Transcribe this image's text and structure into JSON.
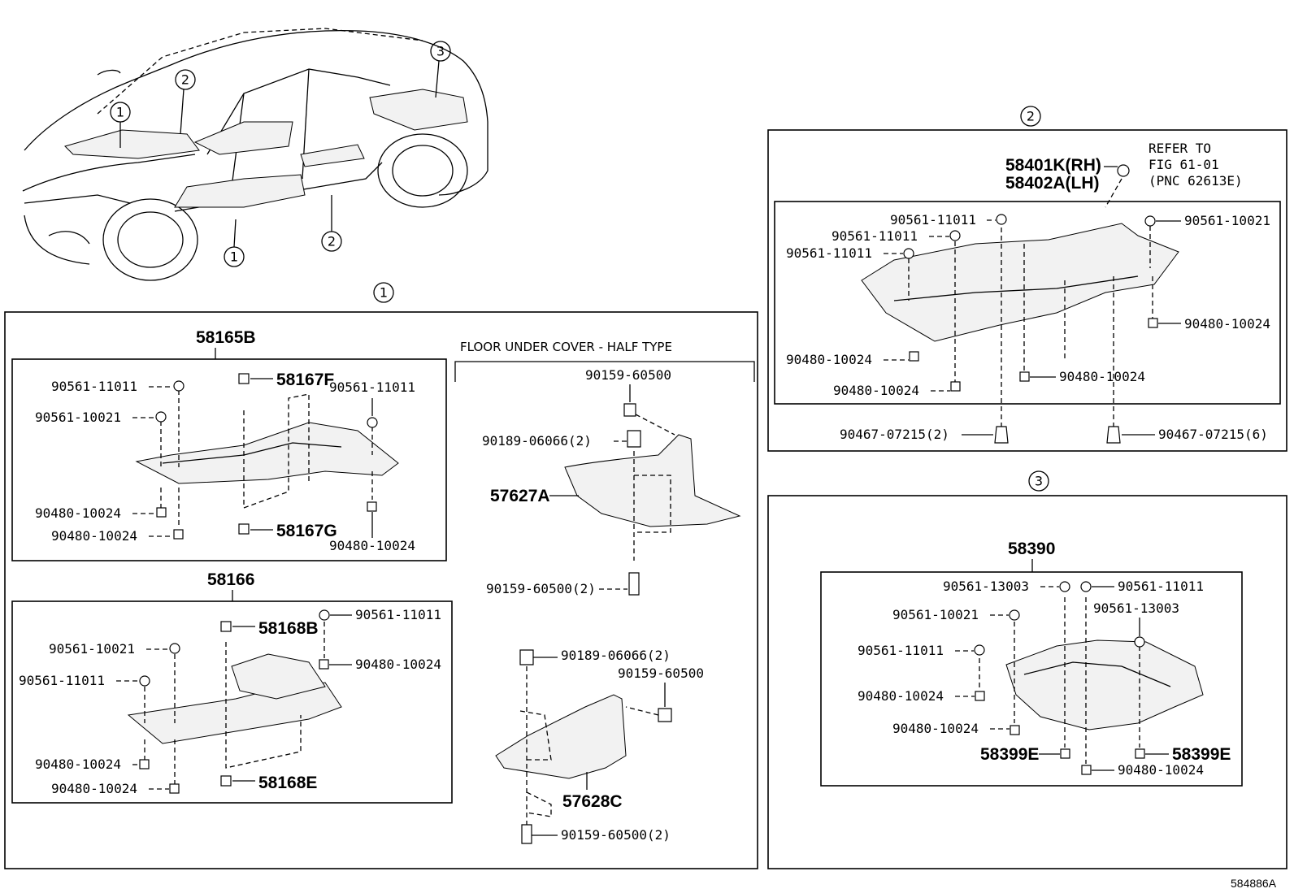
{
  "callouts": {
    "c1": "1",
    "c2": "2",
    "c3": "3"
  },
  "section1": {
    "number": "1",
    "group_a": {
      "title": "58165B",
      "l_90561_11011_a": "90561-11011",
      "l_90561_10021": "90561-10021",
      "l_58167F": "58167F",
      "l_90561_11011_b": "90561-11011",
      "l_90480_a": "90480-10024",
      "l_90480_b": "90480-10024",
      "l_58167G": "58167G",
      "l_90480_c": "90480-10024"
    },
    "group_b": {
      "title": "58166",
      "l_58168B": "58168B",
      "l_90561_11011_a": "90561-11011",
      "l_90561_10021": "90561-10021",
      "l_90480_a": "90480-10024",
      "l_90561_11011_b": "90561-11011",
      "l_90480_b": "90480-10024",
      "l_90480_c": "90480-10024",
      "l_58168E": "58168E"
    },
    "half_type": {
      "title": "FLOOR UNDER COVER - HALF TYPE",
      "l_90159_a": "90159-60500",
      "l_90189_a": "90189-06066(2)",
      "l_57627A": "57627A",
      "l_90159_b": "90159-60500(2)",
      "l_90189_b": "90189-06066(2)",
      "l_90159_c": "90159-60500",
      "l_57628C": "57628C",
      "l_90159_d": "90159-60500(2)"
    }
  },
  "section2": {
    "number": "2",
    "l_58401K": "58401K(RH)",
    "l_58402A": "58402A(LH)",
    "refer_1": "REFER TO",
    "refer_2": "FIG 61-01",
    "refer_3": "(PNC 62613E)",
    "l_90561_11011_a": "90561-11011",
    "l_90561_11011_b": "90561-11011",
    "l_90561_11011_c": "90561-11011",
    "l_90561_10021": "90561-10021",
    "l_90480_a": "90480-10024",
    "l_90480_b": "90480-10024",
    "l_90480_c": "90480-10024",
    "l_90480_d": "90480-10024",
    "l_90467_a": "90467-07215(2)",
    "l_90467_b": "90467-07215(6)"
  },
  "section3": {
    "number": "3",
    "title": "58390",
    "l_90561_13003_a": "90561-13003",
    "l_90561_11011_a": "90561-11011",
    "l_90561_10021": "90561-10021",
    "l_90561_13003_b": "90561-13003",
    "l_90561_11011_b": "90561-11011",
    "l_90480_a": "90480-10024",
    "l_90480_b": "90480-10024",
    "l_58399E_a": "58399E",
    "l_58399E_b": "58399E",
    "l_90480_c": "90480-10024"
  },
  "footer": {
    "code": "584886A"
  }
}
